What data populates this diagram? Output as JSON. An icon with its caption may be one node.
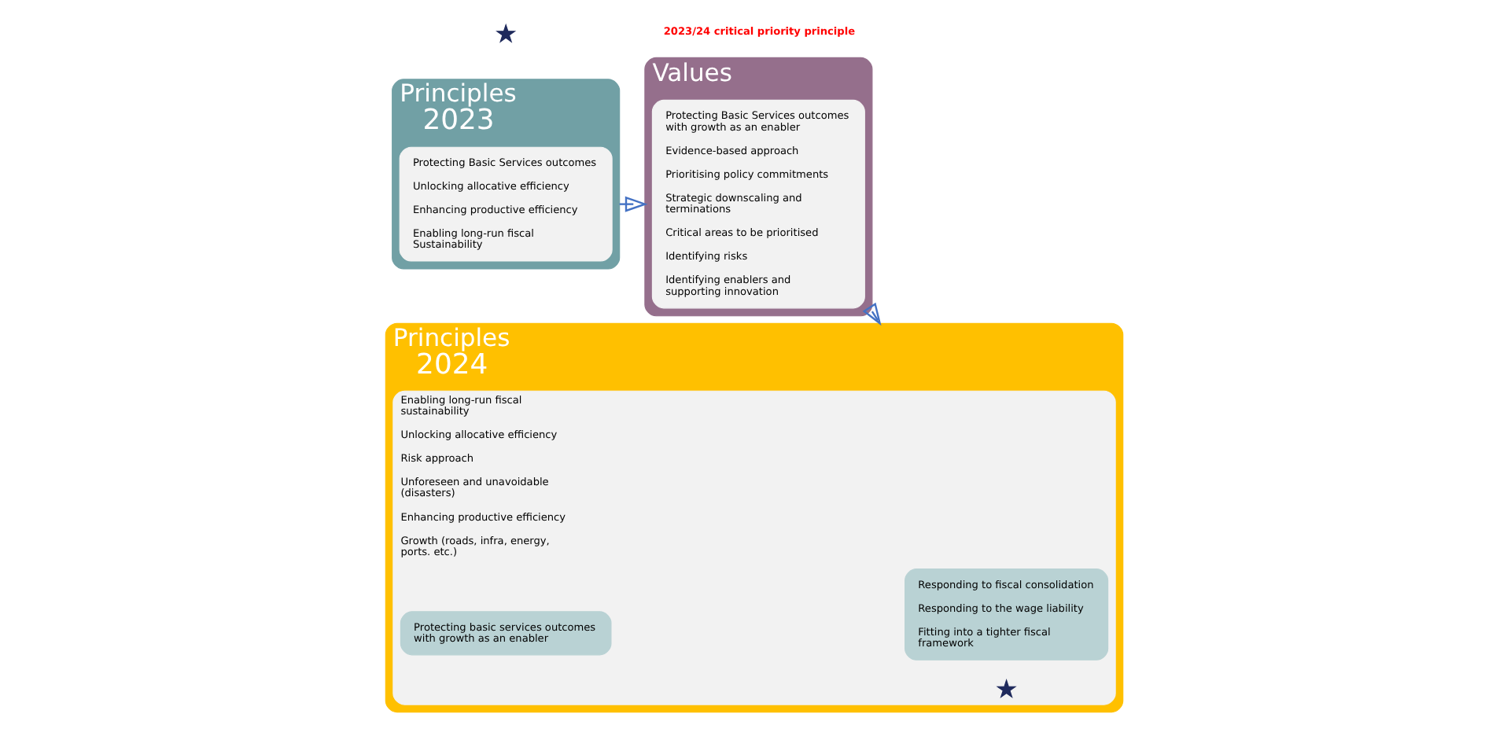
{
  "diagram": {
    "nodes": [
      {
        "text": [
          "Principles",
          "2023"
        ]
      },
      {
        "text": [
          "Protecting Basic Services outcomes",
          "Unlocking allocative efficiency",
          "Enhancing productive efficiency",
          "Enabling long-run fiscal Sustainability"
        ],
        "in": 0
      },
      {
        "text": [
          "Values"
        ]
      },
      {
        "text": [
          "Protecting Basic Services outcomes with growth as an enabler",
          "Evidence-based approach",
          "Prioritising policy commitments",
          "Strategic downscaling and terminations",
          "Critical areas to be prioritised",
          "Identifying risks",
          "Identifying enablers and supporting innovation"
        ],
        "in": 2
      },
      {
        "text": [
          "Principles",
          "2024"
        ]
      },
      {
        "text": [
          "Enabling long-run fiscal sustainability",
          "Unlocking allocative efficiency",
          "Risk approach",
          "Unforeseen and unavoidable (disasters)",
          "Enhancing productive efficiency",
          "Growth (roads, infra, energy, ports. etc.)"
        ],
        "in": 4
      },
      {
        "text": [
          "Responding to fiscal consolidation",
          "Responding to the wage liability",
          "Fitting into a tighter fiscal framework"
        ],
        "in": 5
      },
      {
        "text": [
          "Protecting basic services outcomes with growth as an enabler"
        ],
        "in": 5
      }
    ],
    "edges": [
      {
        "from": 0,
        "to": 2,
        "arrow": "to"
      },
      {
        "from": 2,
        "to": 4,
        "arrow": "to"
      }
    ],
    "legend": [
      {
        "text": "2023/24 critical priority principle"
      }
    ]
  }
}
